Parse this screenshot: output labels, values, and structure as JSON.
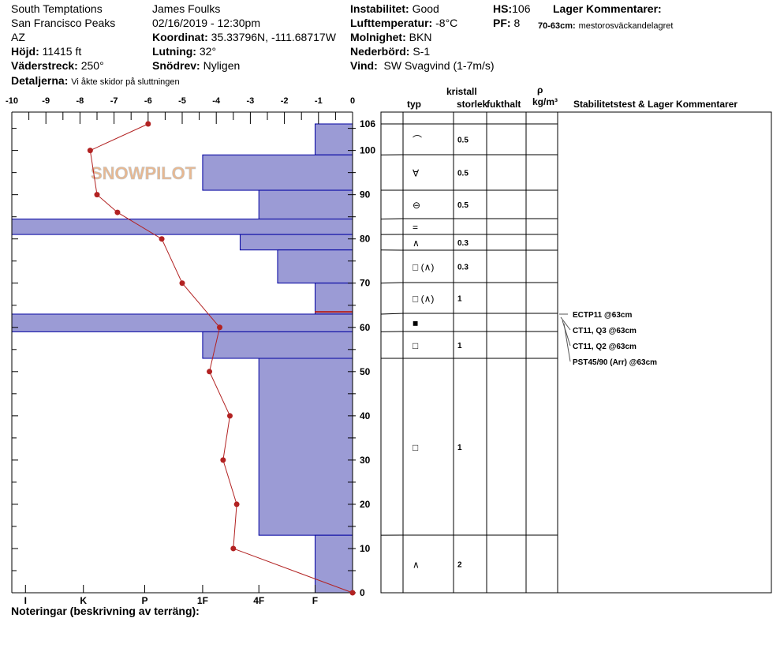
{
  "header": {
    "location": "South Temptations",
    "range": "San Francisco Peaks",
    "state": "AZ",
    "elevation_label": "Höjd:",
    "elevation": "11415 ft",
    "aspect_label": "Väderstreck:",
    "aspect": "250°",
    "details_label": "Detaljerna:",
    "details": "Vi åkte skidor på sluttningen",
    "observer": "James Foulks",
    "datetime": "02/16/2019 - 12:30pm",
    "coord_label": "Koordinat:",
    "coord": "35.33796N, -111.68717W",
    "slope_label": "Lutning:",
    "slope": "32°",
    "wind_loading_label": "Snödrev:",
    "wind_loading": "Nyligen",
    "stability_label": "Instabilitet:",
    "stability": "Good",
    "airtemp_label": "Lufttemperatur:",
    "airtemp": "-8°C",
    "sky_label": "Molnighet:",
    "sky": "BKN",
    "precip_label": "Nederbörd:",
    "precip": "S-1",
    "wind_label": "Vind:",
    "wind": "SW Svagvind (1-7m/s)",
    "hs_label": "HS:",
    "hs": "106",
    "pf_label": "PF:",
    "pf": "8",
    "layer_comments_label": "Lager Kommentarer:",
    "layer_comment_range": "70-63cm:",
    "layer_comment": "mestorosväckandelagret"
  },
  "notes_label": "Noteringar (beskrivning av terräng):",
  "logo_text": "SNOWPILOT",
  "table_headers": {
    "crystal": "kristall",
    "type": "typ",
    "size": "storlek",
    "moisture": "fukthalt",
    "rho": "ρ",
    "density": "kg/m³",
    "comments": "Stabilitetstest & Lager Kommentarer"
  },
  "colors": {
    "bar": "#9b9bd5",
    "bar_edge": "#0000a0",
    "temp": "#b22222"
  },
  "chart_data": {
    "type": "bar",
    "title": "Snow profile",
    "x_ticks": [
      "-10",
      "-9",
      "-8",
      "-7",
      "-6",
      "-5",
      "-4",
      "-3",
      "-2",
      "-1",
      "0"
    ],
    "x_range": [
      -10,
      0
    ],
    "y_ticks": [
      "0",
      "10",
      "20",
      "30",
      "40",
      "50",
      "60",
      "70",
      "80",
      "90",
      "100",
      "106"
    ],
    "y_range": [
      0,
      106
    ],
    "hardness_labels": [
      {
        "label": "I",
        "value": -9.6
      },
      {
        "label": "K",
        "value": -7.9
      },
      {
        "label": "P",
        "value": -6.1
      },
      {
        "label": "1F",
        "value": -4.4
      },
      {
        "label": "4F",
        "value": -2.75
      },
      {
        "label": "F",
        "value": -1.1
      }
    ],
    "layers": [
      {
        "top": 106,
        "bottom": 99,
        "hardness": -1.1,
        "type": "⌒",
        "size": "0.5"
      },
      {
        "top": 99,
        "bottom": 91,
        "hardness": -4.4,
        "type": "∀",
        "size": "0.5"
      },
      {
        "top": 91,
        "bottom": 84.5,
        "hardness": -2.75,
        "type": "⊖",
        "size": "0.5"
      },
      {
        "top": 84.5,
        "bottom": 81,
        "hardness": -10,
        "type": "=",
        "size": ""
      },
      {
        "top": 81,
        "bottom": 77.5,
        "hardness": -3.3,
        "type": "∧",
        "size": "0.3"
      },
      {
        "top": 77.5,
        "bottom": 70,
        "hardness": -2.2,
        "type": "□ (∧)",
        "size": "0.3"
      },
      {
        "top": 70,
        "bottom": 63,
        "hardness": -1.1,
        "type": "□ (∧)",
        "size": "1"
      },
      {
        "top": 63,
        "bottom": 59,
        "hardness": -10,
        "type": "■",
        "size": ""
      },
      {
        "top": 59,
        "bottom": 53,
        "hardness": -4.4,
        "type": "□",
        "size": "1"
      },
      {
        "top": 53,
        "bottom": 13,
        "hardness": -2.75,
        "type": "□",
        "size": "1"
      },
      {
        "top": 13,
        "bottom": 0,
        "hardness": -1.1,
        "type": "∧",
        "size": "2"
      }
    ],
    "temperature": [
      [
        106,
        -6
      ],
      [
        100,
        -7.7
      ],
      [
        90,
        -7.5
      ],
      [
        86,
        -6.9
      ],
      [
        80,
        -5.6
      ],
      [
        70,
        -5.0
      ],
      [
        60,
        -3.9
      ],
      [
        50,
        -4.2
      ],
      [
        40,
        -3.6
      ],
      [
        30,
        -3.8
      ],
      [
        20,
        -3.4
      ],
      [
        10,
        -3.5
      ],
      [
        0,
        0
      ]
    ],
    "stability_tests": [
      "ECTP11 @63cm",
      "CT11, Q3 @63cm",
      "CT11, Q2 @63cm",
      "PST45/90 (Arr) @63cm"
    ],
    "test_depth": 63
  }
}
